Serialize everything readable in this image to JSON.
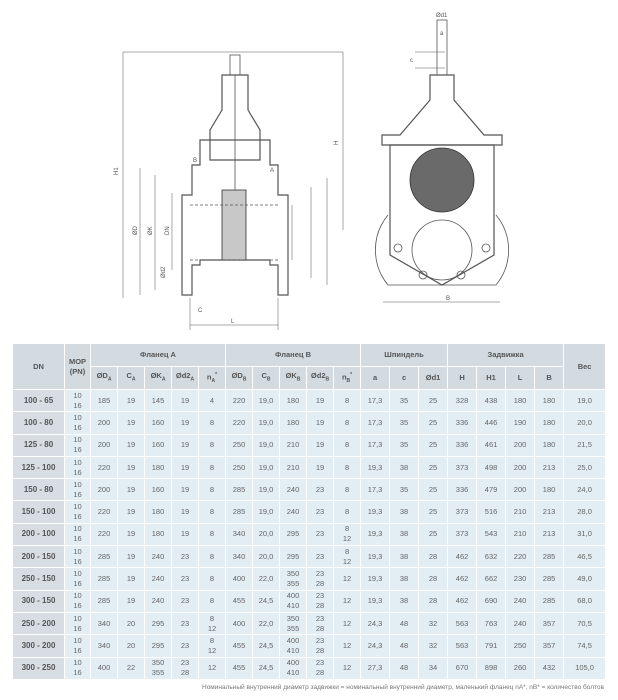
{
  "drawing": {
    "labels": {
      "h1": "H1",
      "h": "H",
      "dd": "ØD",
      "dk": "ØK",
      "dn": "DN",
      "dd2": "Ød2",
      "c": "C",
      "l": "L",
      "b": "B",
      "a_mark": "A",
      "b_mark": "B",
      "dd1": "Ød1",
      "a": "a",
      "cc": "c"
    },
    "line_color": "#555555",
    "hatch_color": "#888888",
    "wedge_color": "#5a5a5a"
  },
  "table": {
    "header": {
      "dn": "DN",
      "mop": "МОР\n(PN)",
      "flange_a": "Фланец A",
      "flange_b": "Фланец B",
      "spindle": "Шпиндель",
      "valve": "Задвижка",
      "weight": "Вес",
      "columns": [
        {
          "base": "ØD",
          "sub": "A"
        },
        {
          "base": "C",
          "sub": "A"
        },
        {
          "base": "ØK",
          "sub": "A"
        },
        {
          "base": "Ød2",
          "sub": "A"
        },
        {
          "base": "n",
          "sub": "A",
          "sup": "*"
        },
        {
          "base": "ØD",
          "sub": "B"
        },
        {
          "base": "C",
          "sub": "B"
        },
        {
          "base": "ØK",
          "sub": "B"
        },
        {
          "base": "Ød2",
          "sub": "B"
        },
        {
          "base": "n",
          "sub": "B",
          "sup": "*"
        },
        {
          "base": "a"
        },
        {
          "base": "c"
        },
        {
          "base": "Ød1"
        },
        {
          "base": "H"
        },
        {
          "base": "H1"
        },
        {
          "base": "L"
        },
        {
          "base": "B"
        }
      ]
    },
    "rows": [
      [
        "100 - 65",
        "10\n16",
        "185",
        "19",
        "145",
        "19",
        "4",
        "220",
        "19,0",
        "180",
        "19",
        "8",
        "17,3",
        "35",
        "25",
        "328",
        "438",
        "180",
        "180",
        "19,0"
      ],
      [
        "100 - 80",
        "10\n16",
        "200",
        "19",
        "160",
        "19",
        "8",
        "220",
        "19,0",
        "180",
        "19",
        "8",
        "17,3",
        "35",
        "25",
        "336",
        "446",
        "190",
        "180",
        "20,0"
      ],
      [
        "125 - 80",
        "10\n16",
        "200",
        "19",
        "160",
        "19",
        "8",
        "250",
        "19,0",
        "210",
        "19",
        "8",
        "17,3",
        "35",
        "25",
        "336",
        "461",
        "200",
        "180",
        "21,5"
      ],
      [
        "125 - 100",
        "10\n16",
        "220",
        "19",
        "180",
        "19",
        "8",
        "250",
        "19,0",
        "210",
        "19",
        "8",
        "19,3",
        "38",
        "25",
        "373",
        "498",
        "200",
        "213",
        "25,0"
      ],
      [
        "150 - 80",
        "10\n16",
        "200",
        "19",
        "160",
        "19",
        "8",
        "285",
        "19,0",
        "240",
        "23",
        "8",
        "17,3",
        "35",
        "25",
        "336",
        "479",
        "200",
        "180",
        "24,0"
      ],
      [
        "150 - 100",
        "10\n16",
        "220",
        "19",
        "180",
        "19",
        "8",
        "285",
        "19,0",
        "240",
        "23",
        "8",
        "19,3",
        "38",
        "25",
        "373",
        "516",
        "210",
        "213",
        "28,0"
      ],
      [
        "200 - 100",
        "10\n16",
        "220",
        "19",
        "180",
        "19",
        "8",
        "340",
        "20,0",
        "295",
        "23",
        "8\n12",
        "19,3",
        "38",
        "25",
        "373",
        "543",
        "210",
        "213",
        "31,0"
      ],
      [
        "200 - 150",
        "10\n16",
        "285",
        "19",
        "240",
        "23",
        "8",
        "340",
        "20,0",
        "295",
        "23",
        "8\n12",
        "19,3",
        "38",
        "28",
        "462",
        "632",
        "220",
        "285",
        "46,5"
      ],
      [
        "250 - 150",
        "10\n16",
        "285",
        "19",
        "240",
        "23",
        "8",
        "400",
        "22,0",
        "350\n355",
        "23\n28",
        "12",
        "19,3",
        "38",
        "28",
        "462",
        "662",
        "230",
        "285",
        "49,0"
      ],
      [
        "300 - 150",
        "10\n16",
        "285",
        "19",
        "240",
        "23",
        "8",
        "455",
        "24,5",
        "400\n410",
        "23\n28",
        "12",
        "19,3",
        "38",
        "28",
        "462",
        "690",
        "240",
        "285",
        "68,0"
      ],
      [
        "250 - 200",
        "10\n16",
        "340",
        "20",
        "295",
        "23",
        "8\n12",
        "400",
        "22,0",
        "350\n355",
        "23\n28",
        "12",
        "24,3",
        "48",
        "32",
        "563",
        "763",
        "240",
        "357",
        "70,5"
      ],
      [
        "300 - 200",
        "10\n16",
        "340",
        "20",
        "295",
        "23",
        "8\n12",
        "455",
        "24,5",
        "400\n410",
        "23\n28",
        "12",
        "24,3",
        "48",
        "32",
        "563",
        "791",
        "250",
        "357",
        "74,5"
      ],
      [
        "300 - 250",
        "10\n16",
        "400",
        "22",
        "350\n355",
        "23\n28",
        "12",
        "455",
        "24,5",
        "400\n410",
        "23\n28",
        "12",
        "27,3",
        "48",
        "34",
        "670",
        "898",
        "260",
        "432",
        "105,0"
      ]
    ]
  },
  "footnote": "Номинальный внутренний диаметр задвижки = номинальный внутренний диаметр, маленький фланец nA*, nB* = количество болтов"
}
